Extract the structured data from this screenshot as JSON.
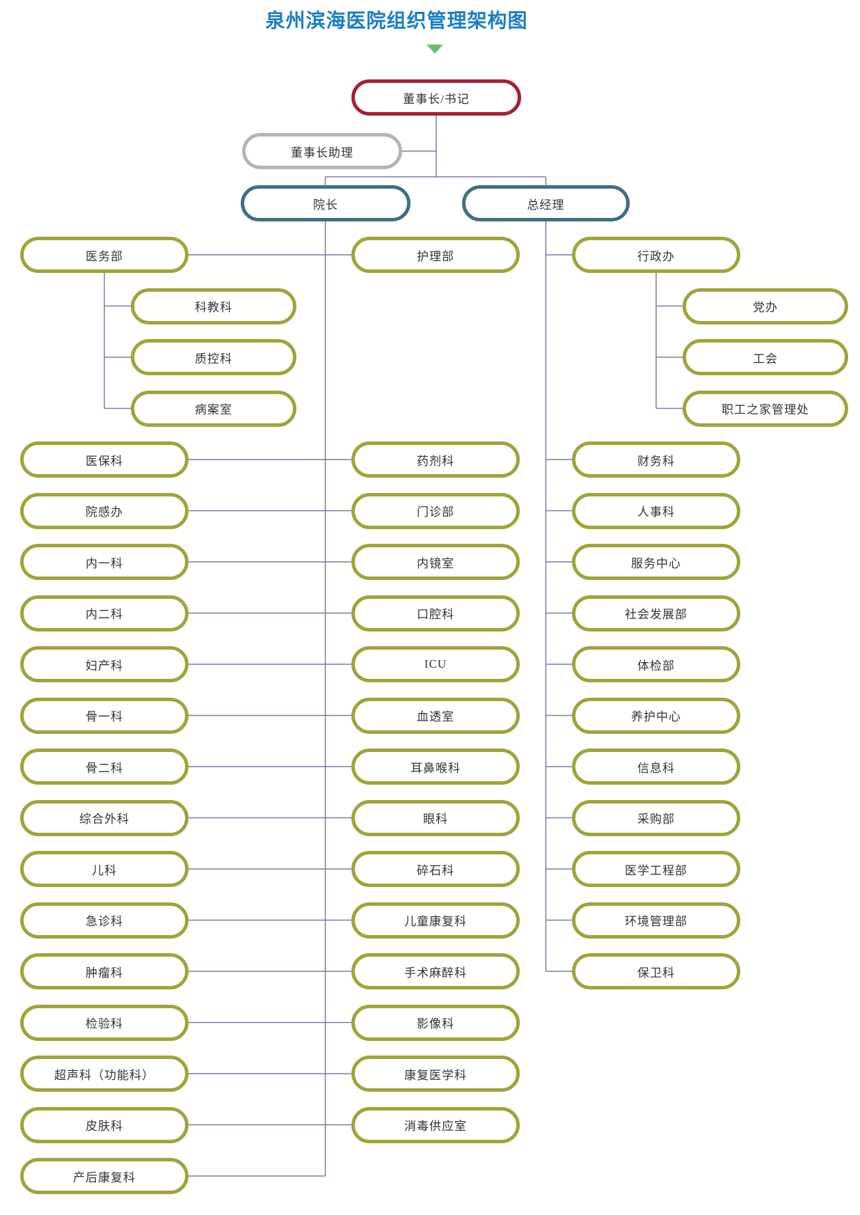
{
  "title": {
    "text": "泉州滨海医院组织管理架构图"
  },
  "colors": {
    "title": "#1b7ec2",
    "triangle": "#6cbf6c",
    "chairman": "#a81e32",
    "assistant": "#b5b5b5",
    "executive": "#406f82",
    "dept": "#9fa43c",
    "line": "#7b7aa8",
    "text": "#333333"
  },
  "nodes": {
    "chairman": {
      "label": "董事长/书记"
    },
    "assistant": {
      "label": "董事长助理"
    },
    "dean": {
      "label": "院长"
    },
    "general_manager": {
      "label": "总经理"
    }
  },
  "columns": {
    "left": {
      "items": [
        {
          "label": "医务部",
          "row": 0,
          "children": [
            {
              "label": "科教科",
              "row": 1
            },
            {
              "label": "质控科",
              "row": 2
            },
            {
              "label": "病案室",
              "row": 3
            }
          ]
        },
        {
          "label": "医保科",
          "row": 4
        },
        {
          "label": "院感办",
          "row": 5
        },
        {
          "label": "内一科",
          "row": 6
        },
        {
          "label": "内二科",
          "row": 7
        },
        {
          "label": "妇产科",
          "row": 8
        },
        {
          "label": "骨一科",
          "row": 9
        },
        {
          "label": "骨二科",
          "row": 10
        },
        {
          "label": "综合外科",
          "row": 11
        },
        {
          "label": "儿科",
          "row": 12
        },
        {
          "label": "急诊科",
          "row": 13
        },
        {
          "label": "肿瘤科",
          "row": 14
        },
        {
          "label": "检验科",
          "row": 15
        },
        {
          "label": "超声科（功能科）",
          "row": 16
        },
        {
          "label": "皮肤科",
          "row": 17
        },
        {
          "label": "产后康复科",
          "row": 18
        }
      ]
    },
    "middle": {
      "items": [
        {
          "label": "护理部",
          "row": 0
        },
        {
          "label": "药剂科",
          "row": 4
        },
        {
          "label": "门诊部",
          "row": 5
        },
        {
          "label": "内镜室",
          "row": 6
        },
        {
          "label": "口腔科",
          "row": 7
        },
        {
          "label": "ICU",
          "row": 8
        },
        {
          "label": "血透室",
          "row": 9
        },
        {
          "label": "耳鼻喉科",
          "row": 10
        },
        {
          "label": "眼科",
          "row": 11
        },
        {
          "label": "碎石科",
          "row": 12
        },
        {
          "label": "儿童康复科",
          "row": 13
        },
        {
          "label": "手术麻醉科",
          "row": 14
        },
        {
          "label": "影像科",
          "row": 15
        },
        {
          "label": "康复医学科",
          "row": 16
        },
        {
          "label": "消毒供应室",
          "row": 17
        }
      ]
    },
    "right": {
      "items": [
        {
          "label": "行政办",
          "row": 0,
          "children": [
            {
              "label": "党办",
              "row": 1
            },
            {
              "label": "工会",
              "row": 2
            },
            {
              "label": "职工之家管理处",
              "row": 3
            }
          ]
        },
        {
          "label": "财务科",
          "row": 4
        },
        {
          "label": "人事科",
          "row": 5
        },
        {
          "label": "服务中心",
          "row": 6
        },
        {
          "label": "社会发展部",
          "row": 7
        },
        {
          "label": "体检部",
          "row": 8
        },
        {
          "label": "养护中心",
          "row": 9
        },
        {
          "label": "信息科",
          "row": 10
        },
        {
          "label": "采购部",
          "row": 11
        },
        {
          "label": "医学工程部",
          "row": 12
        },
        {
          "label": "环境管理部",
          "row": 13
        },
        {
          "label": "保卫科",
          "row": 14
        }
      ]
    }
  }
}
